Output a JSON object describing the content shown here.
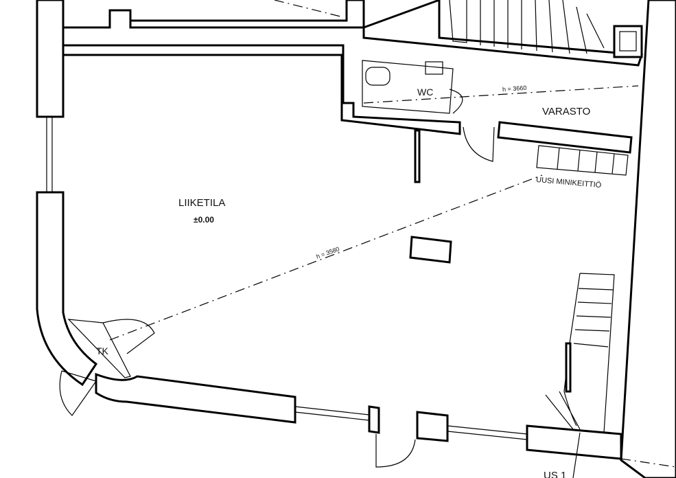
{
  "rooms": {
    "main": {
      "name": "LIIKETILA",
      "level": "±0.00",
      "height": "h = 3580"
    },
    "wc": {
      "name": "WC"
    },
    "storage": {
      "name": "VARASTO",
      "height": "h = 3660"
    },
    "kitchen": {
      "name": "UUSI MINIKEITTIÖ"
    },
    "tk": {
      "name": "TK"
    }
  },
  "section_mark": "US 1"
}
